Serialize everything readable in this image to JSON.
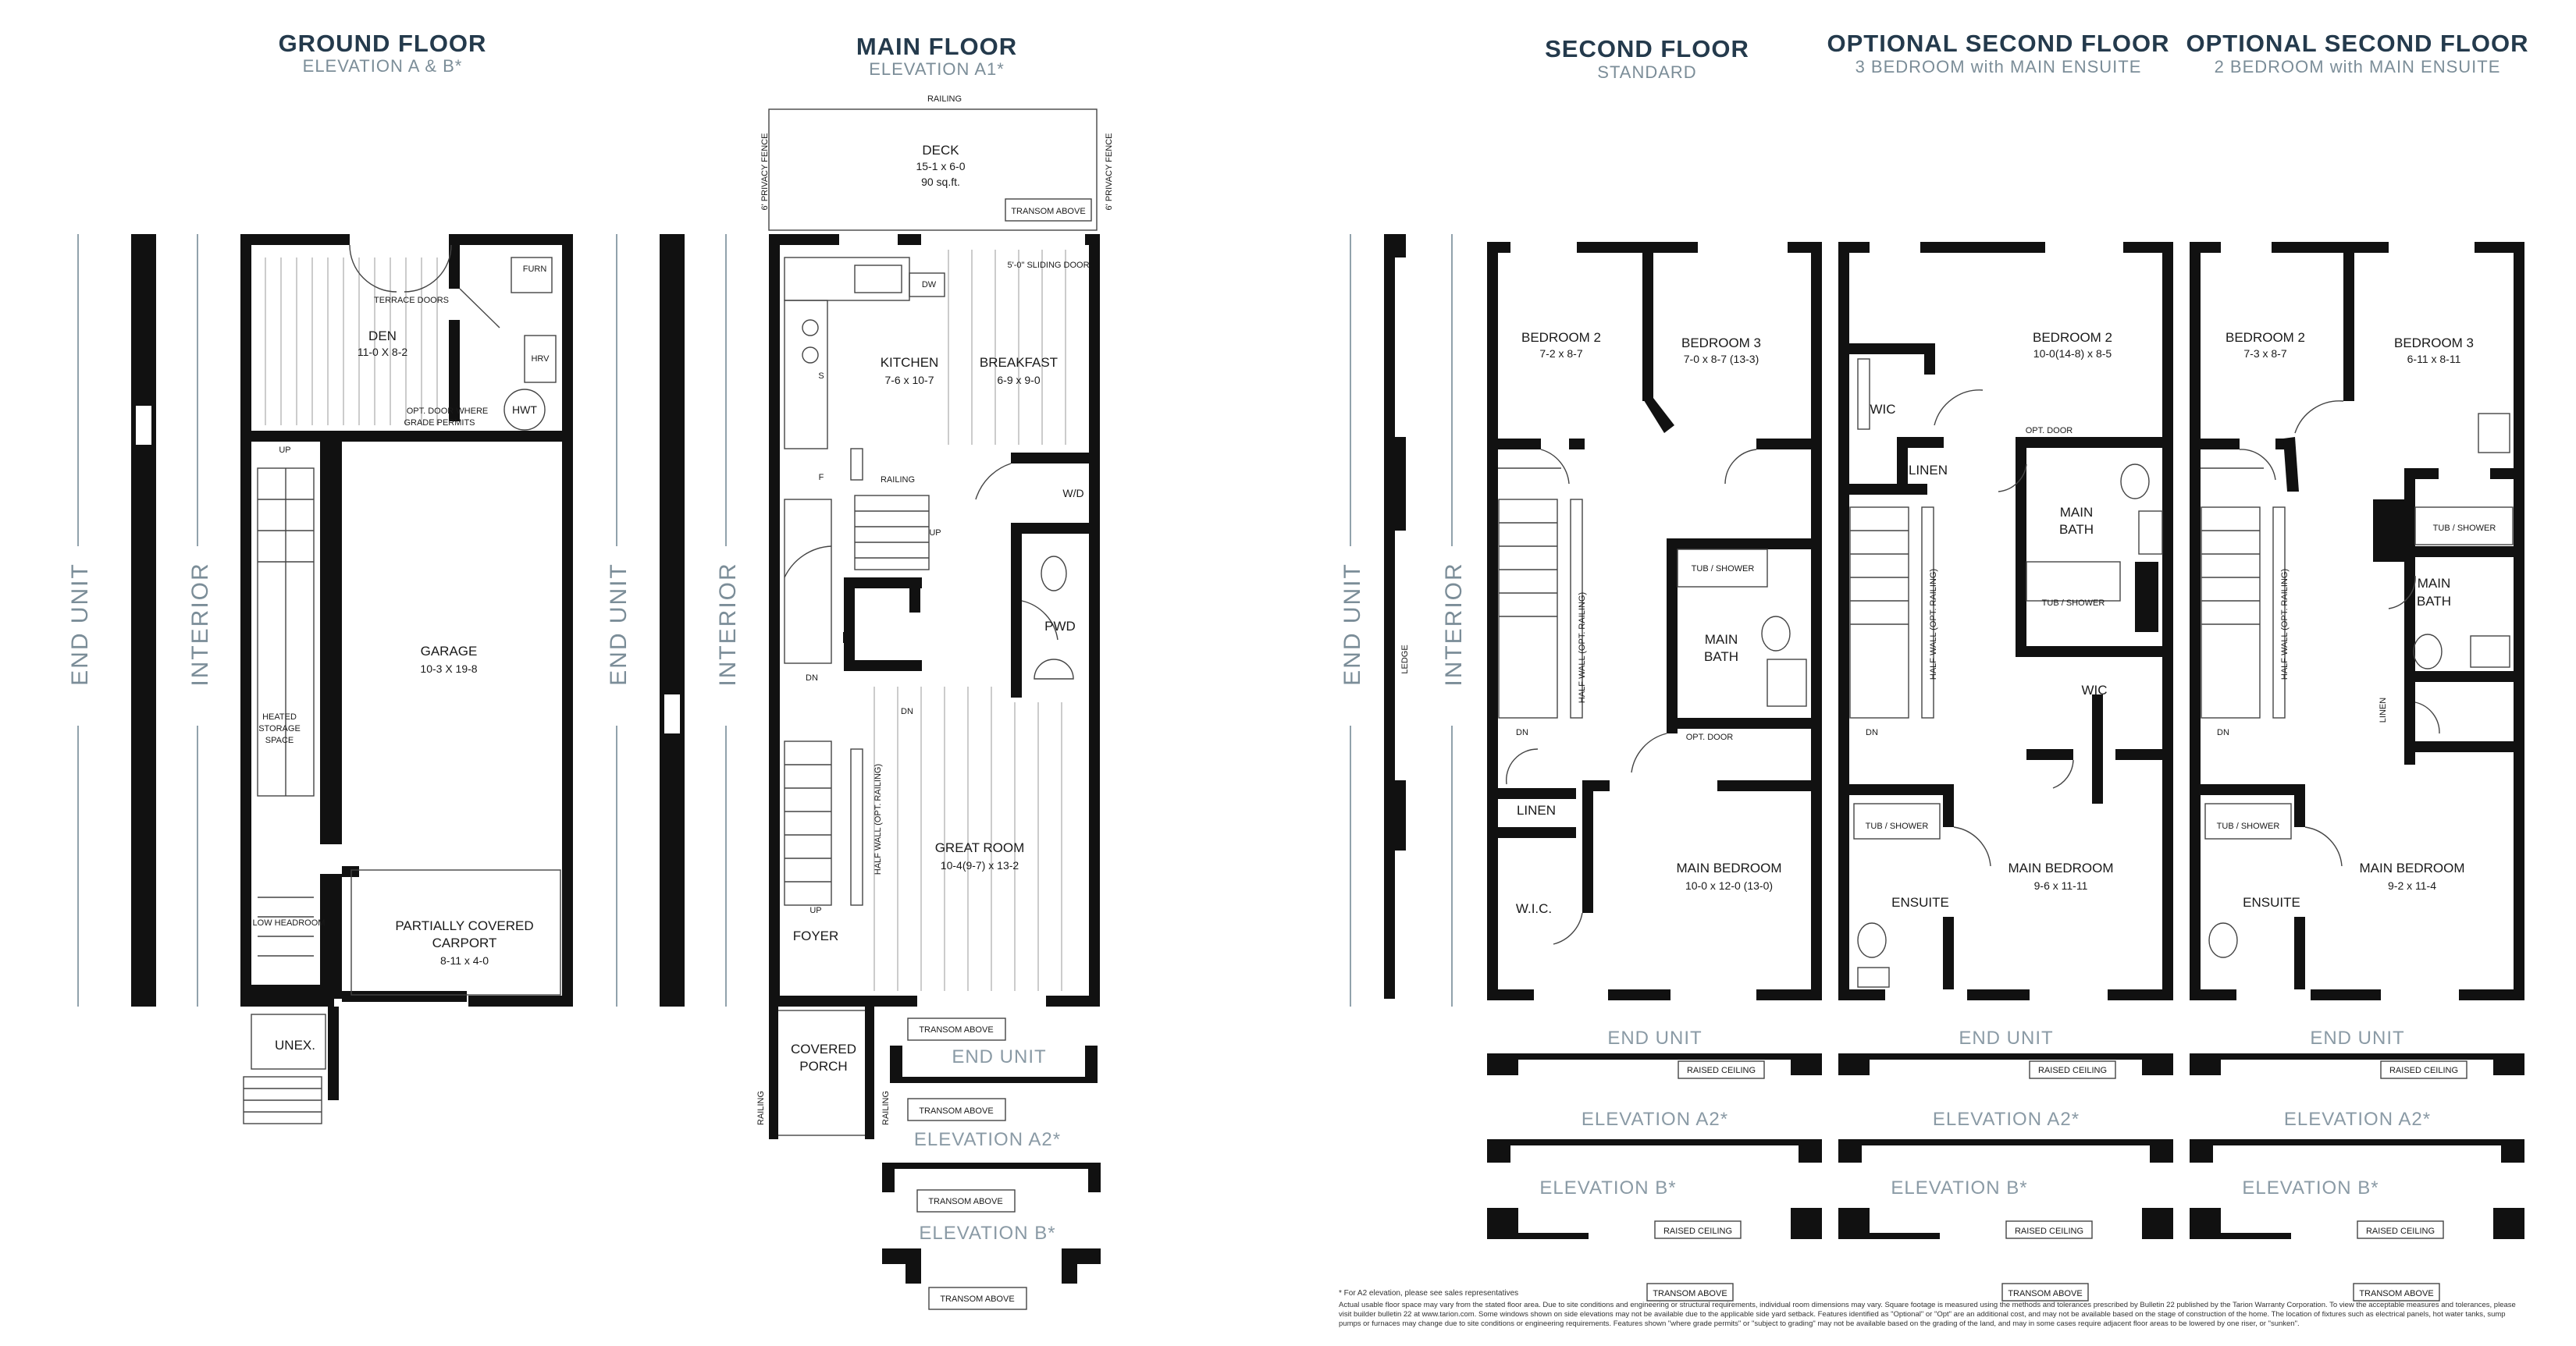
{
  "titles": [
    {
      "title": "GROUND FLOOR",
      "subtitle": "ELEVATION A & B*"
    },
    {
      "title": "MAIN FLOOR",
      "subtitle": "ELEVATION A1*"
    },
    {
      "title": "SECOND FLOOR",
      "subtitle": "STANDARD"
    },
    {
      "title": "OPTIONAL SECOND FLOOR",
      "subtitle": "3 BEDROOM with MAIN ENSUITE"
    },
    {
      "title": "OPTIONAL SECOND FLOOR",
      "subtitle": "2 BEDROOM with MAIN ENSUITE"
    }
  ],
  "side_labels": {
    "end_unit": "END UNIT",
    "interior": "INTERIOR"
  },
  "ground": {
    "den": {
      "name": "DEN",
      "size": "11-0 X 8-2"
    },
    "terrace_doors": "TERRACE DOORS",
    "furn": "FURN",
    "hrv": "HRV",
    "hwt": "HWT",
    "opt_door_1": "OPT. DOOR WHERE",
    "opt_door_2": "GRADE PERMITS",
    "up": "UP",
    "garage": {
      "name": "GARAGE",
      "size": "10-3 X 19-8"
    },
    "storage": [
      "HEATED",
      "STORAGE",
      "SPACE"
    ],
    "low_headroom": "LOW HEADROOM",
    "carport": {
      "line1": "PARTIALLY COVERED",
      "line2": "CARPORT",
      "size": "8-11 x 4-0"
    },
    "unex": "UNEX."
  },
  "main": {
    "railing": "RAILING",
    "privacy_fence": "6' PRIVACY FENCE",
    "deck": {
      "name": "DECK",
      "size": "15-1 x 6-0",
      "area": "90 sq.ft."
    },
    "transom_above": "TRANSOM ABOVE",
    "sliding_door": "5'-0\" SLIDING DOOR",
    "dw": "DW",
    "kitchen": {
      "name": "KITCHEN",
      "size": "7-6 x 10-7"
    },
    "breakfast": {
      "name": "BREAKFAST",
      "size": "6-9 x 9-0"
    },
    "s": "S",
    "f": "F",
    "up": "UP",
    "dn": "DN",
    "wd": "W/D",
    "pwd": "PWD",
    "great_room": {
      "name": "GREAT ROOM",
      "size": "10-4(9-7) x 13-2"
    },
    "half_wall": "HALF WALL (OPT. RAILING)",
    "foyer": "FOYER",
    "covered_porch": {
      "line1": "COVERED",
      "line2": "PORCH"
    },
    "end_unit": "END UNIT",
    "elevation_a2": "ELEVATION A2*",
    "elevation_b": "ELEVATION B*"
  },
  "second": {
    "ledge": "LEDGE",
    "bedroom2": {
      "name": "BEDROOM 2",
      "size": "7-2 x 8-7"
    },
    "bedroom3": {
      "name": "BEDROOM 3",
      "size": "7-0 x 8-7 (13-3)"
    },
    "tub_shower": "TUB / SHOWER",
    "main_bath_1": "MAIN",
    "main_bath_2": "BATH",
    "opt_door": "OPT. DOOR",
    "linen": "LINEN",
    "wic": "W.I.C.",
    "main_bedroom": {
      "name": "MAIN BEDROOM",
      "size": "10-0 x 12-0 (13-0)"
    },
    "half_wall": "HALF WALL (OPT. RAILING)",
    "dn": "DN"
  },
  "opt3": {
    "bedroom2": {
      "name": "BEDROOM 2",
      "size": "10-0(14-8) x 8-5"
    },
    "wic": "WIC",
    "linen": "LINEN",
    "opt_door": "OPT. DOOR",
    "main_bath_1": "MAIN",
    "main_bath_2": "BATH",
    "tub_shower": "TUB / SHOWER",
    "wic2": "WIC",
    "ensuite": "ENSUITE",
    "main_bedroom": {
      "name": "MAIN BEDROOM",
      "size": "9-6 x 11-11"
    },
    "half_wall": "HALF WALL (OPT. RAILING)",
    "dn": "DN"
  },
  "opt2": {
    "bedroom2": {
      "name": "BEDROOM 2",
      "size": "7-3 x 8-7"
    },
    "bedroom3": {
      "name": "BEDROOM 3",
      "size": "6-11 x 8-11"
    },
    "tub_shower": "TUB / SHOWER",
    "main_bath_1": "MAIN",
    "main_bath_2": "BATH",
    "linen": "LINEN",
    "ensuite": "ENSUITE",
    "main_bedroom": {
      "name": "MAIN BEDROOM",
      "size": "9-2 x 11-4"
    },
    "half_wall": "HALF WALL (OPT. RAILING)",
    "dn": "DN"
  },
  "elevations": {
    "end_unit": "END UNIT",
    "elevation_a2": "ELEVATION A2*",
    "elevation_b": "ELEVATION B*",
    "raised_ceiling": "RAISED CEILING",
    "transom_above": "TRANSOM ABOVE"
  },
  "footnote": "* For A2 elevation, please see sales representatives",
  "disclaimer": "Actual usable floor space may vary from the stated floor area. Due to site conditions and engineering or structural requirements, individual room dimensions may vary. Square footage is measured using the methods and tolerances prescribed by Bulletin 22 published by the Tarion Warranty Corporation. To view the acceptable measures and tolerances, please visit builder bulletin 22 at www.tarion.com. Some windows shown on side elevations may not be available due to the applicable side yard setback. Features identified as \"Optional\" or \"Opt\" are an additional cost, and may not be available based on the stage of construction of the home. The location of fixtures such as electrical panels, hot water tanks, sump pumps or furnaces may change due to site conditions or engineering requirements. Features shown \"where grade permits\" or \"subject to grading\" may not be available based on the grading of the land, and may in some cases require adjacent floor areas to be lowered by one riser, or \"sunken\"."
}
